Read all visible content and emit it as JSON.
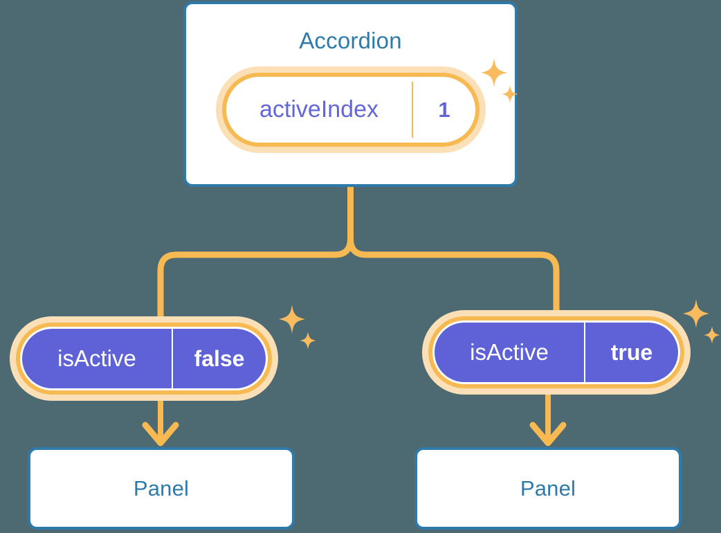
{
  "background_color": "#4d6972",
  "colors": {
    "card_border": "#2e7bab",
    "card_title_text": "#2e7bab",
    "card_fill": "#ffffff",
    "pill_ring_outer": "#fbe0b7",
    "pill_ring_inner": "#f7b951",
    "pill_light_fill": "#ffffff",
    "pill_light_text": "#6366d8",
    "pill_solid_fill": "#5f62d6",
    "pill_solid_text": "#ffffff",
    "connector": "#f7b951",
    "sparkle": "#f8bc5e"
  },
  "root": {
    "title": "Accordion",
    "state_pill": {
      "key": "activeIndex",
      "value": "1",
      "style": "light"
    },
    "sparkle_icon": "sparkle-icon"
  },
  "children": [
    {
      "id": "left",
      "state_pill": {
        "key": "isActive",
        "value": "false",
        "style": "solid"
      },
      "panel": {
        "title": "Panel"
      },
      "sparkle_icon": "sparkle-icon",
      "arrow_icon": "arrow-down-icon"
    },
    {
      "id": "right",
      "state_pill": {
        "key": "isActive",
        "value": "true",
        "style": "solid"
      },
      "panel": {
        "title": "Panel"
      },
      "sparkle_icon": "sparkle-icon",
      "arrow_icon": "arrow-down-icon"
    }
  ],
  "connectors": {
    "icon": "branch-connector-icon",
    "description": "Accordion branches down then splits left and right to each isActive pill"
  }
}
